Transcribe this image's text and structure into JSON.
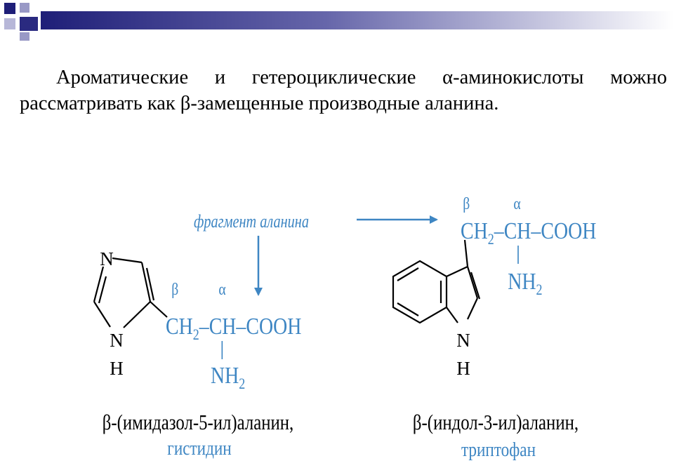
{
  "paragraph": {
    "line1": "Ароматические и гетероциклические α-аминокислоты можно",
    "line2": "рассматривать как β-замещенные производные аланина."
  },
  "diagram": {
    "fragment_label": "фрагмент аланина",
    "left_chain": {
      "beta": "β",
      "alpha": "α",
      "ch2": "CH",
      "ch2_sub": "2",
      "dash1": "–",
      "ch": "CH",
      "dash2": "–",
      "cooh": "COOH",
      "nh2": "NH",
      "nh2_sub": "2",
      "ring_n_top": "N",
      "ring_n_bottom": "N",
      "ring_h": "H"
    },
    "right_chain": {
      "beta": "β",
      "alpha": "α",
      "ch2": "CH",
      "ch2_sub": "2",
      "dash1": "–",
      "ch": "CH",
      "dash2": "–",
      "cooh": "COOH",
      "nh2": "NH",
      "nh2_sub": "2",
      "ring_n": "N",
      "ring_h": "H"
    },
    "histidine_name": "β-(имидазол-5-ил)аланин,",
    "histidine_common": "гистидин",
    "tryptophan_name": "β-(индол-3-ил)аланин,",
    "tryptophan_common": "триптофан"
  },
  "colors": {
    "accent_blue": "#3e86c3",
    "header_navy": "#1f1f78"
  }
}
